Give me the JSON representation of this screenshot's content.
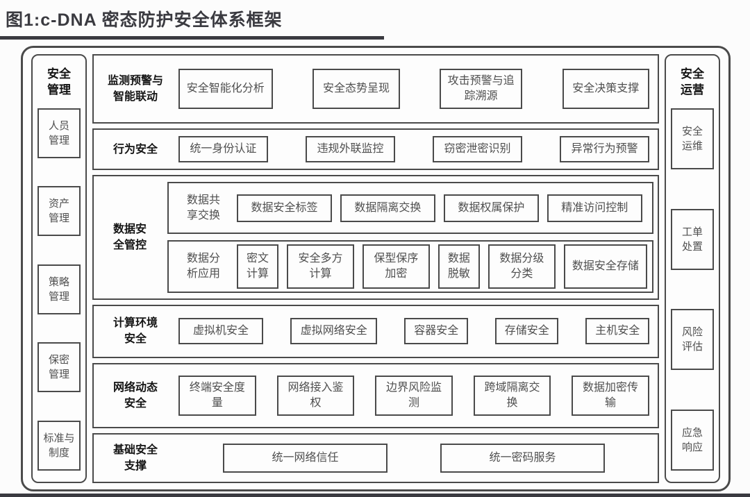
{
  "title": "图1:c-DNA 密态防护安全体系框架",
  "left_panel": {
    "header": "安全\n管理",
    "items": [
      "人员\n管理",
      "资产\n管理",
      "策略\n管理",
      "保密\n管理",
      "标准与\n制度"
    ]
  },
  "right_panel": {
    "header": "安全\n运营",
    "items": [
      "安全\n运维",
      "工单\n处置",
      "风险\n评估",
      "应急\n响应"
    ]
  },
  "rows": [
    {
      "label": "监测预警与\n智能联动",
      "items": [
        "安全智能化分析",
        "安全态势呈现",
        "攻击预警与追\n踪溯源",
        "安全决策支撑"
      ]
    },
    {
      "label": "行为安全",
      "items": [
        "统一身份认证",
        "违规外联监控",
        "窃密泄密识别",
        "异常行为预警"
      ]
    },
    {
      "label": "数据安\n全管控",
      "subrows": [
        {
          "lead": "数据共\n享交换",
          "items": [
            "数据安全标签",
            "数据隔离交换",
            "数据权属保护",
            "精准访问控制"
          ]
        },
        {
          "lead": "数据分\n析应用",
          "items": [
            "密文\n计算",
            "安全多方\n计算",
            "保型保序\n加密",
            "数据\n脱敏",
            "数据分级\n分类",
            "数据安全存储"
          ]
        }
      ]
    },
    {
      "label": "计算环境\n安全",
      "items": [
        "虚拟机安全",
        "虚拟网络安全",
        "容器安全",
        "存储安全",
        "主机安全"
      ]
    },
    {
      "label": "网络动态\n安全",
      "items": [
        "终端安全度量",
        "网络接入鉴权",
        "边界风险监测",
        "跨域隔离交换",
        "数据加密传输"
      ]
    },
    {
      "label": "基础安全\n支撑",
      "items": [
        "统一网络信任",
        "统一密码服务"
      ]
    }
  ],
  "colors": {
    "border": "#4a4a4a",
    "label_text": "#141414",
    "box_text": "#4f4f4f",
    "title": "#3a3a40"
  }
}
